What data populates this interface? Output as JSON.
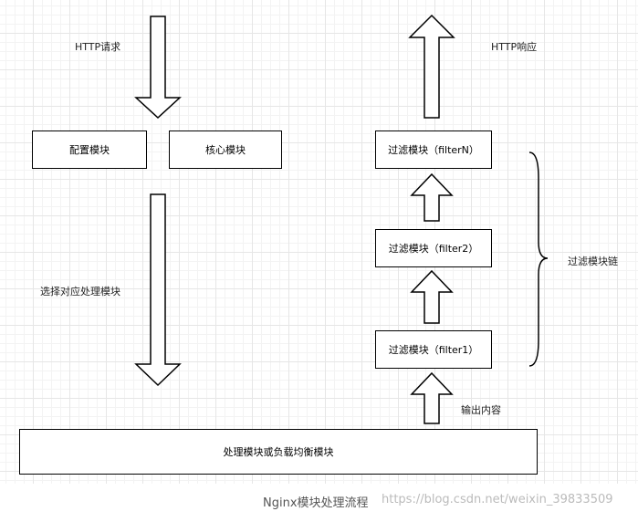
{
  "diagram": {
    "http_request": "HTTP请求",
    "http_response": "HTTP响应",
    "config_module": "配置模块",
    "core_module": "核心模块",
    "select_handler": "选择对应处理模块",
    "filter_n": "过滤模块（filterN）",
    "filter_2": "过滤模块（filter2）",
    "filter_1": "过滤模块（filter1）",
    "filter_chain": "过滤模块链",
    "output_content": "输出内容",
    "handler_module": "处理模块或负载均衡模块"
  },
  "caption": {
    "title": "Nginx模块处理流程",
    "watermark": "https://blog.csdn.net/weixin_39833509"
  }
}
